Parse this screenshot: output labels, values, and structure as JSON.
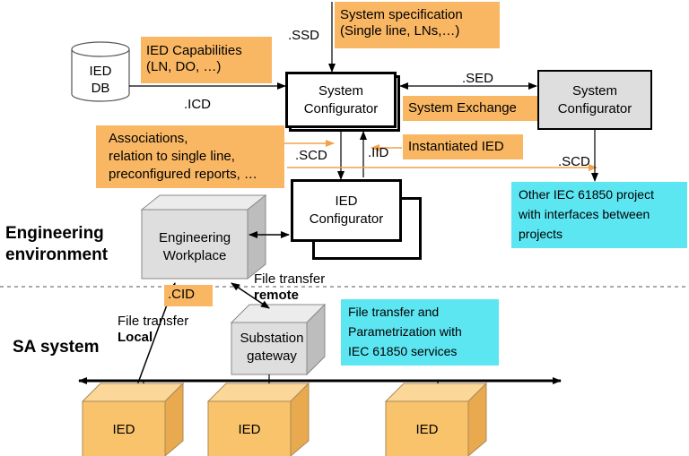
{
  "labels": {
    "ied_db": [
      "IED",
      "DB"
    ],
    "ssd": ".SSD",
    "icd": ".ICD",
    "sed": ".SED",
    "scd_left": ".SCD",
    "iid": ".IID",
    "scd_right": ".SCD",
    "cid": ".CID",
    "file_transfer_remote": [
      "File transfer",
      "remote"
    ],
    "file_transfer_local": [
      "File transfer",
      "Local"
    ],
    "engineering_environment": [
      "Engineering",
      "environment"
    ],
    "sa_system": "SA system"
  },
  "notes": {
    "system_specification": [
      "System specification",
      "(Single line, LNs,…)"
    ],
    "ied_capabilities": [
      "IED Capabilities",
      "(LN, DO, …)"
    ],
    "system_exchange": "System Exchange",
    "associations": [
      "Associations,",
      "relation to single line,",
      "preconfigured reports, …"
    ],
    "instantiated_ied": "Instantiated IED"
  },
  "info": {
    "other_project": [
      "Other IEC 61850 project",
      "with interfaces between",
      "projects"
    ],
    "file_transfer_param": [
      "File transfer and",
      "Parametrization with",
      "IEC 61850 services"
    ]
  },
  "boxes": {
    "system_configurator_main": [
      "System",
      "Configurator"
    ],
    "system_configurator_other": [
      "System",
      "Configurator"
    ],
    "ied_configurator": [
      "IED",
      "Configurator"
    ],
    "engineering_workplace": [
      "Engineering",
      "Workplace"
    ],
    "substation_gateway": [
      "Substation",
      "gateway"
    ]
  },
  "ieds": [
    "IED",
    "IED",
    "IED"
  ],
  "colors": {
    "note_orange": "#f9b763",
    "info_cyan": "#5ce6f2",
    "cube_gray": "#dedede",
    "cube_orange": "#f9c36c"
  }
}
